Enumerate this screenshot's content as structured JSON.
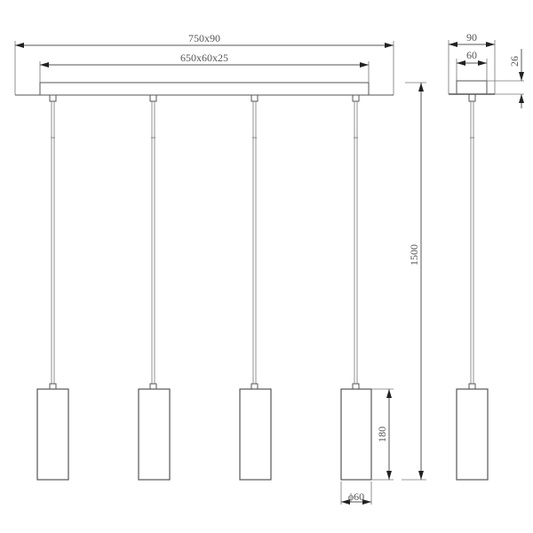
{
  "drawing": {
    "type": "pendant-light-dimension-drawing",
    "line_color": "#555555",
    "front_view": {
      "canopy_overall_label": "750x90",
      "canopy_body_label": "650x60x25",
      "overall_height_label": "1500",
      "shade_height_label": "180",
      "shade_diameter_label": "ϕ60",
      "pendant_count": 4
    },
    "side_view": {
      "canopy_width_label": "90",
      "canopy_body_width_label": "60",
      "canopy_height_label": "26"
    }
  }
}
